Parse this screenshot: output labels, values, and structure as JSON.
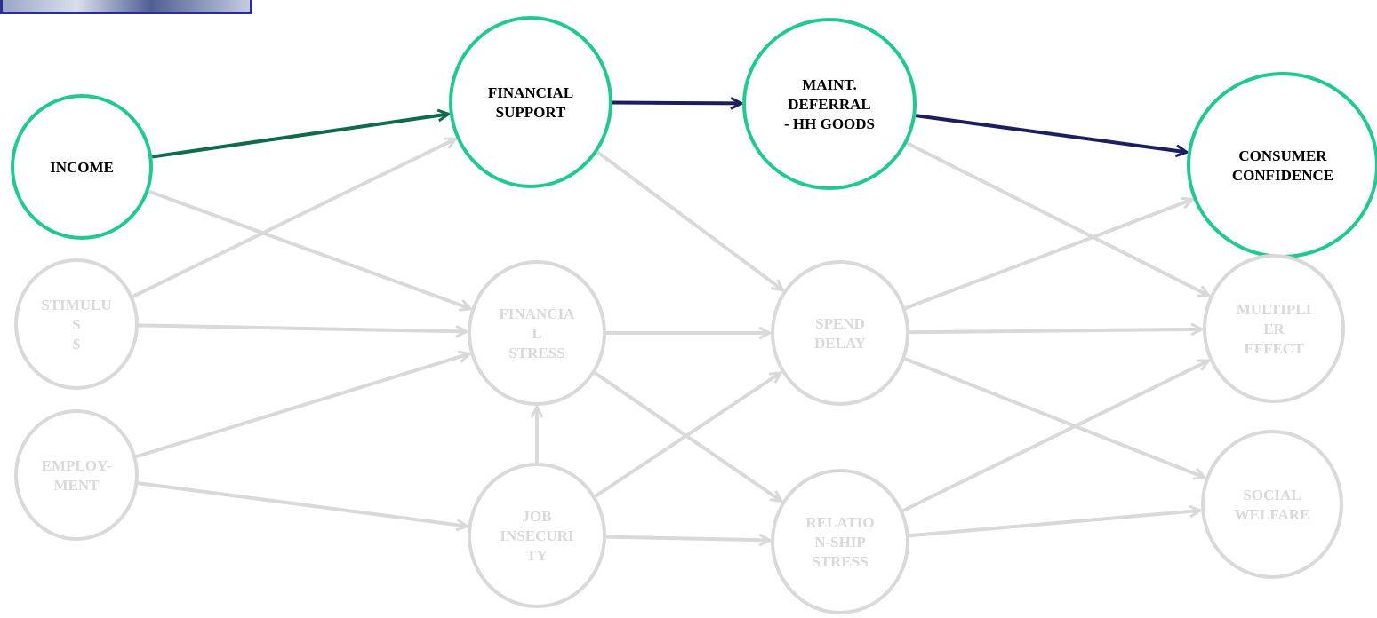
{
  "colors": {
    "highlight_node": "#22c98f",
    "active_text": "#000000",
    "faded": "#d9d9d9",
    "edge_income_support": "#0f6b4a",
    "edge_highlight": "#1b1f5e"
  },
  "nodes": [
    {
      "id": "income",
      "lines": [
        "INCOME"
      ],
      "highlighted": true
    },
    {
      "id": "stimulus",
      "lines": [
        "STIMULU",
        "S",
        "$"
      ],
      "highlighted": false
    },
    {
      "id": "employment",
      "lines": [
        "EMPLOY-",
        "MENT"
      ],
      "highlighted": false
    },
    {
      "id": "financial_support",
      "lines": [
        "FINANCIAL",
        "SUPPORT"
      ],
      "highlighted": true
    },
    {
      "id": "financial_stress",
      "lines": [
        "FINANCIA",
        "L",
        "STRESS"
      ],
      "highlighted": false
    },
    {
      "id": "job_insecurity",
      "lines": [
        "JOB",
        "INSECURI",
        "TY"
      ],
      "highlighted": false
    },
    {
      "id": "maint_deferral",
      "lines": [
        "MAINT.",
        "DEFERRAL",
        "- HH GOODS"
      ],
      "highlighted": true
    },
    {
      "id": "spend_delay",
      "lines": [
        "SPEND",
        "DELAY"
      ],
      "highlighted": false
    },
    {
      "id": "relationship_stress",
      "lines": [
        "RELATIO",
        "N-SHIP",
        "STRESS"
      ],
      "highlighted": false
    },
    {
      "id": "consumer_confidence",
      "lines": [
        "CONSUMER",
        "CONFIDENCE"
      ],
      "highlighted": true
    },
    {
      "id": "multiplier_effect",
      "lines": [
        "MULTIPLI",
        "ER",
        "EFFECT"
      ],
      "highlighted": false
    },
    {
      "id": "social_welfare",
      "lines": [
        "SOCIAL",
        "WELFARE"
      ],
      "highlighted": false
    }
  ],
  "edges": [
    {
      "from": "income",
      "to": "financial_support",
      "highlighted": true
    },
    {
      "from": "financial_support",
      "to": "maint_deferral",
      "highlighted": true
    },
    {
      "from": "maint_deferral",
      "to": "consumer_confidence",
      "highlighted": true
    },
    {
      "from": "income",
      "to": "financial_stress",
      "highlighted": false
    },
    {
      "from": "stimulus",
      "to": "financial_support",
      "highlighted": false
    },
    {
      "from": "stimulus",
      "to": "financial_stress",
      "highlighted": false
    },
    {
      "from": "employment",
      "to": "financial_stress",
      "highlighted": false
    },
    {
      "from": "employment",
      "to": "job_insecurity",
      "highlighted": false
    },
    {
      "from": "job_insecurity",
      "to": "financial_stress",
      "highlighted": false
    },
    {
      "from": "financial_support",
      "to": "spend_delay",
      "highlighted": false
    },
    {
      "from": "financial_stress",
      "to": "spend_delay",
      "highlighted": false
    },
    {
      "from": "financial_stress",
      "to": "relationship_stress",
      "highlighted": false
    },
    {
      "from": "job_insecurity",
      "to": "spend_delay",
      "highlighted": false
    },
    {
      "from": "job_insecurity",
      "to": "relationship_stress",
      "highlighted": false
    },
    {
      "from": "maint_deferral",
      "to": "multiplier_effect",
      "highlighted": false
    },
    {
      "from": "spend_delay",
      "to": "consumer_confidence",
      "highlighted": false
    },
    {
      "from": "spend_delay",
      "to": "multiplier_effect",
      "highlighted": false
    },
    {
      "from": "spend_delay",
      "to": "social_welfare",
      "highlighted": false
    },
    {
      "from": "relationship_stress",
      "to": "multiplier_effect",
      "highlighted": false
    },
    {
      "from": "relationship_stress",
      "to": "social_welfare",
      "highlighted": false
    }
  ]
}
